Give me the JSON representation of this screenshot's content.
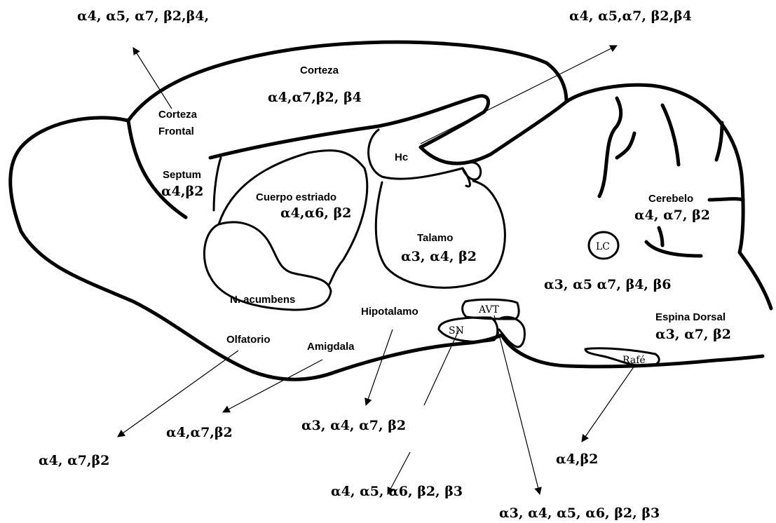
{
  "regions": {
    "corteza": {
      "name": "Corteza",
      "subunits": "α4,α7,β2, β4"
    },
    "corteza_frontal": {
      "line1": "Corteza",
      "line2": "Frontal"
    },
    "septum": {
      "name": "Septum",
      "subunits": "α4,β2"
    },
    "hc": {
      "name": "Hc"
    },
    "cuerpo_estriado": {
      "name": "Cuerpo estriado",
      "subunits": "α4,α6, β2"
    },
    "talamo": {
      "name": "Talamo",
      "subunits": "α3, α4, β2"
    },
    "cerebelo": {
      "name": "Cerebelo",
      "subunits": "α4, α7, β2"
    },
    "lc": {
      "name": "LC"
    },
    "brainstem": {
      "subunits": "α3, α5 α7, β4, β6"
    },
    "n_acumbens": {
      "name": "N. acumbens"
    },
    "hipotalamo": {
      "name": "Hipotalamo"
    },
    "avt": {
      "name": "AVT"
    },
    "sn": {
      "name": "SN"
    },
    "espina_dorsal": {
      "name": "Espina Dorsal",
      "subunits": "α3, α7, β2"
    },
    "rafe": {
      "name": "Rafé"
    },
    "olfatorio": {
      "name": "Olfatorio"
    },
    "amigdala": {
      "name": "Amigdala"
    }
  },
  "callouts": {
    "top_left": "α4, α5, α7, β2,β4,",
    "top_right": "α4, α5,α7, β2,β4",
    "olfatorio": "α4, α7,β2",
    "amigdala": "α4,α7,β2",
    "hipotalamo": "α3, α4, α7, β2",
    "sn": "α4, α5, α6, β2, β3",
    "avt": "α3, α4, α5, α6, β2, β3",
    "rafe": "α4,β2"
  }
}
